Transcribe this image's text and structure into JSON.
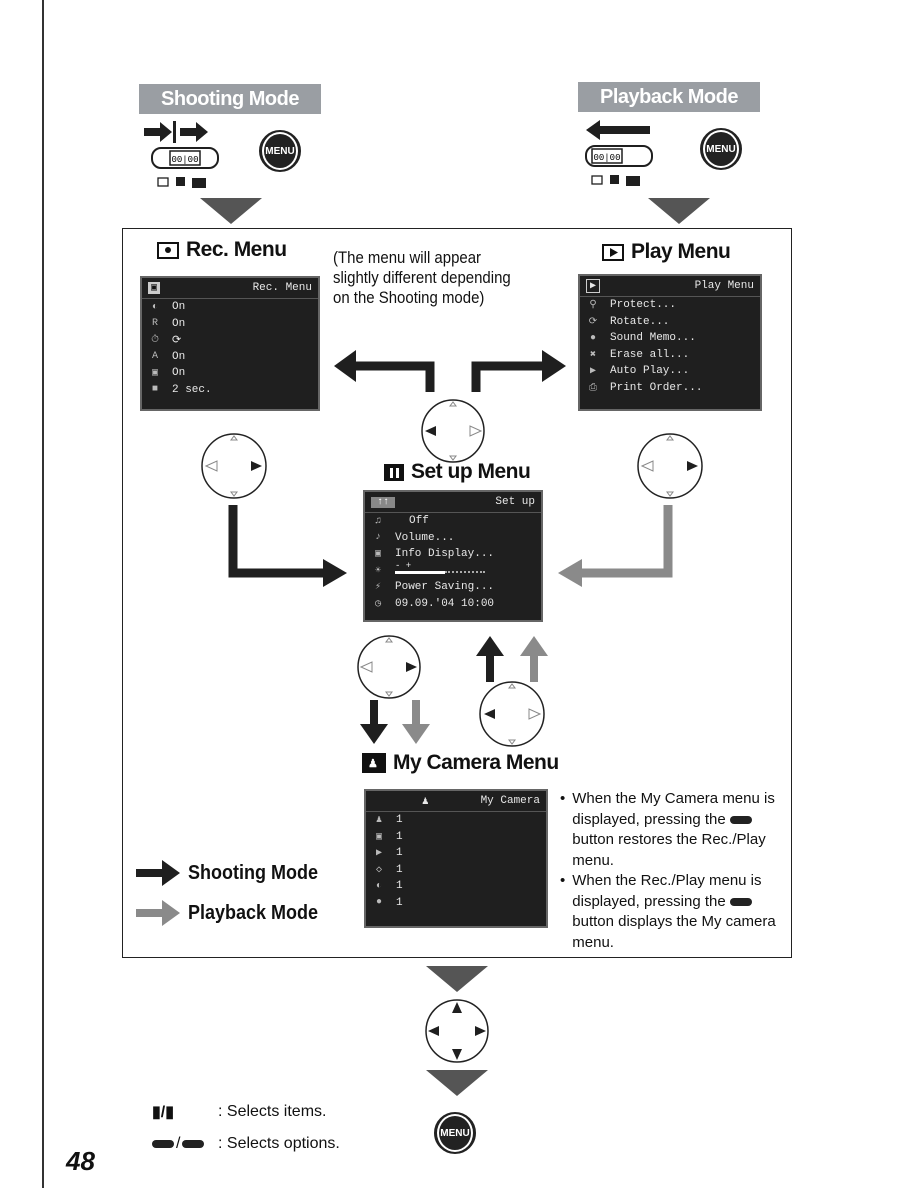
{
  "modes": {
    "shooting_label": "Shooting Mode",
    "playback_label": "Playback Mode",
    "menu_button_label": "MENU"
  },
  "rec_menu": {
    "title": "Rec. Menu",
    "screen_header": "Rec. Menu",
    "rows": [
      "On",
      "On",
      "",
      "On",
      "On",
      "2 sec."
    ]
  },
  "play_menu": {
    "title": "Play Menu",
    "screen_header": "Play Menu",
    "rows": [
      "Protect...",
      "Rotate...",
      "Sound Memo...",
      "Erase all...",
      "Auto Play...",
      "Print Order..."
    ]
  },
  "note_center": "(The menu will appear slightly different depending on the Shooting mode)",
  "setup_menu": {
    "title": "Set up Menu",
    "screen_header": "Set up",
    "rows": [
      "Off",
      "Volume...",
      "Info Display...",
      "-        +",
      "Power Saving...",
      "09.09.'04 10:00"
    ]
  },
  "mycamera_menu": {
    "title": "My Camera Menu",
    "screen_header": "My Camera",
    "rows": [
      "1",
      "1",
      "1",
      "1",
      "1",
      "1"
    ]
  },
  "legend": {
    "shooting": "Shooting Mode",
    "playback": "Playback Mode"
  },
  "notes": {
    "bullet1": "When the My Camera menu is displayed, pressing the",
    "bullet1b": "button restores the Rec./Play menu.",
    "bullet2": "When the Rec./Play menu is displayed, pressing the",
    "bullet2b": "button displays the My camera menu."
  },
  "footer": {
    "selects_items": ": Selects items.",
    "selects_options": ": Selects options.",
    "page_number": "48"
  },
  "colors": {
    "dark_arrow": "#1f1f1f",
    "gray_arrow": "#8a8a8a",
    "mode_box": "#9a9ea3"
  }
}
